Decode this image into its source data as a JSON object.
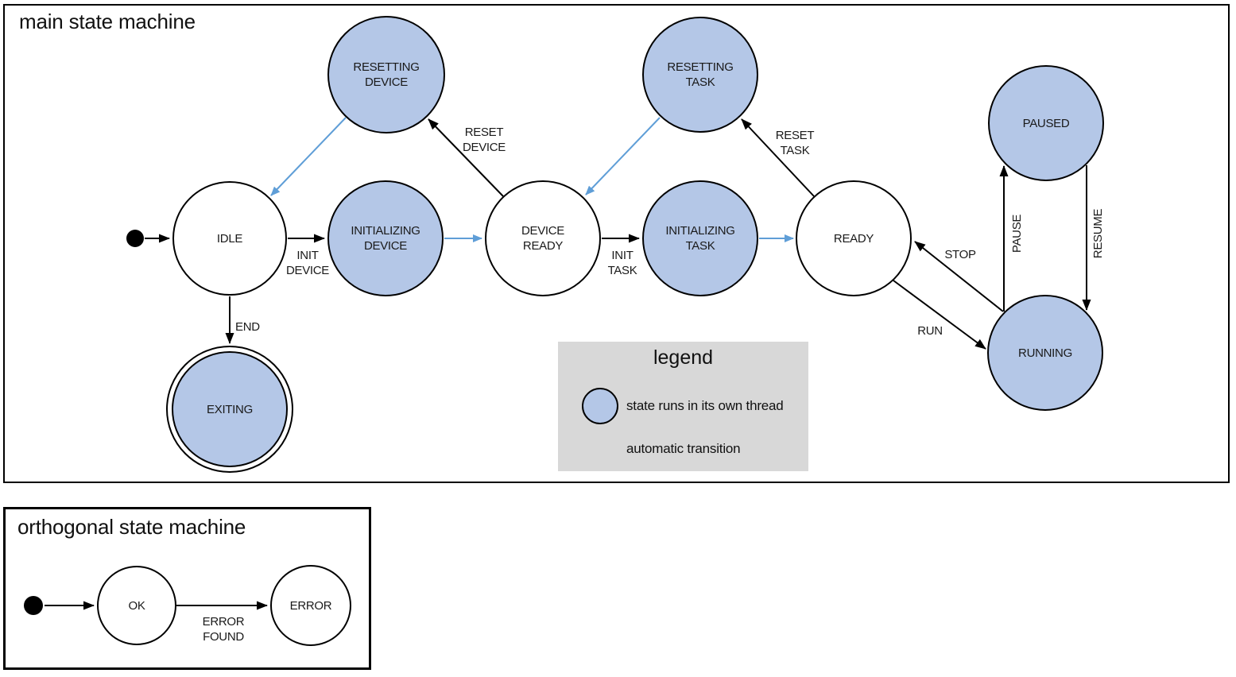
{
  "colors": {
    "state_fill": "#b4c7e7",
    "automatic_transition_arrow": "#5f9ed7",
    "normal_transition_arrow": "#000000",
    "legend_background": "#d8d8d8",
    "outline": "#000000"
  },
  "main": {
    "title": "main state machine",
    "states": {
      "idle": {
        "label": "IDLE",
        "threaded": false
      },
      "resetting_device": {
        "label": "RESETTING DEVICE",
        "threaded": true
      },
      "initializing_device": {
        "label": "INITIALIZING DEVICE",
        "threaded": true
      },
      "device_ready": {
        "label": "DEVICE READY",
        "threaded": false
      },
      "resetting_task": {
        "label": "RESETTING TASK",
        "threaded": true
      },
      "initializing_task": {
        "label": "INITIALIZING TASK",
        "threaded": true
      },
      "ready": {
        "label": "READY",
        "threaded": false
      },
      "paused": {
        "label": "PAUSED",
        "threaded": true
      },
      "running": {
        "label": "RUNNING",
        "threaded": true
      },
      "exiting": {
        "label": "EXITING",
        "threaded": true,
        "final_state": true
      }
    },
    "transitions": {
      "init_device": {
        "label": "INIT DEVICE",
        "from": "idle",
        "to": "initializing_device"
      },
      "reset_device": {
        "label": "RESET DEVICE",
        "from": "device_ready",
        "to": "resetting_device"
      },
      "init_task": {
        "label": "INIT TASK",
        "from": "device_ready",
        "to": "initializing_task"
      },
      "reset_task": {
        "label": "RESET TASK",
        "from": "ready",
        "to": "resetting_task"
      },
      "run": {
        "label": "RUN",
        "from": "ready",
        "to": "running"
      },
      "stop": {
        "label": "STOP",
        "from": "running",
        "to": "ready"
      },
      "pause": {
        "label": "PAUSE",
        "from": "running",
        "to": "paused"
      },
      "resume": {
        "label": "RESUME",
        "from": "paused",
        "to": "running"
      },
      "end": {
        "label": "END",
        "from": "idle",
        "to": "exiting"
      }
    }
  },
  "legend": {
    "title": "legend",
    "items": {
      "thread": {
        "label": "state runs in its own thread"
      },
      "auto": {
        "label": "automatic transition"
      }
    }
  },
  "orthogonal": {
    "title": "orthogonal state machine",
    "states": {
      "ok": {
        "label": "OK"
      },
      "error": {
        "label": "ERROR"
      }
    },
    "transitions": {
      "error_found": {
        "label": "ERROR FOUND",
        "from": "ok",
        "to": "error"
      }
    }
  }
}
